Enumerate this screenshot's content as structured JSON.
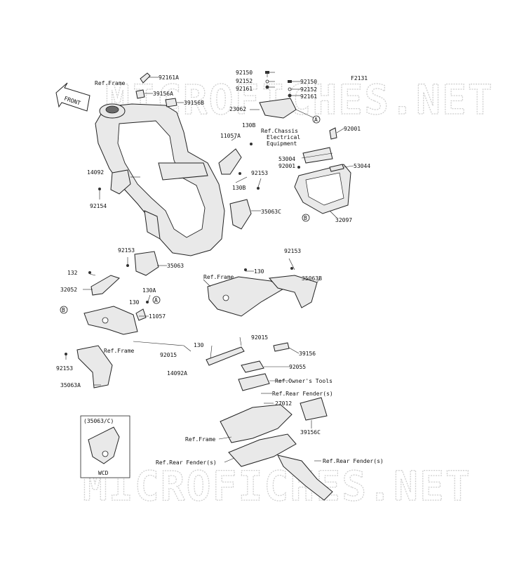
{
  "diagram": {
    "code": "F2131",
    "front_label": "FRONT",
    "inset_header": "(35063/C)",
    "inset_caption": "WCD",
    "watermark": "MICROFICHES.NET"
  },
  "labels": {
    "l92161A": "92161A",
    "refFrame1": "Ref.Frame",
    "l39156A": "39156A",
    "l39156B": "39156B",
    "l92150a": "92150",
    "l92152a": "92152",
    "l92161a": "92161",
    "l23062": "23062",
    "l92150b": "92150",
    "l92152b": "92152",
    "l92161b": "92161",
    "refChassis1": "Ref.Chassis",
    "refChassis2": "Electrical",
    "refChassis3": "Equipment",
    "l11057A": "11057A",
    "l130B1": "130B",
    "l130B2": "130B",
    "l92153a": "92153",
    "l35063C": "35063C",
    "l14092": "14092",
    "l92154": "92154",
    "l92001a": "92001",
    "l53004": "53004",
    "l92001b": "92001",
    "l53044": "53044",
    "l32097": "32097",
    "l92153b": "92153",
    "l35063": "35063",
    "l92153c": "92153",
    "l130a": "130",
    "refFrame2": "Ref.Frame",
    "l35063B": "35063B",
    "l132": "132",
    "l32052": "32052",
    "l130A": "130A",
    "l130b": "130",
    "l11057": "11057",
    "refFrame3": "Ref.Frame",
    "l92015a": "92015",
    "l130c": "130",
    "l92015b": "92015",
    "l39156": "39156",
    "l14092A": "14092A",
    "l92055": "92055",
    "l92153d": "92153",
    "l35063A": "35063A",
    "refTools": "Ref.Owner's Tools",
    "refRearFender1": "Ref.Rear Fender(s)",
    "l27012": "27012",
    "l39156C": "39156C",
    "refFrame4": "Ref.Frame",
    "refRearFender2": "Ref.Rear Fender(s)",
    "refRearFender3": "Ref.Rear Fender(s)",
    "calloutA1": "A",
    "calloutA2": "A",
    "calloutB1": "B",
    "calloutB2": "B"
  }
}
